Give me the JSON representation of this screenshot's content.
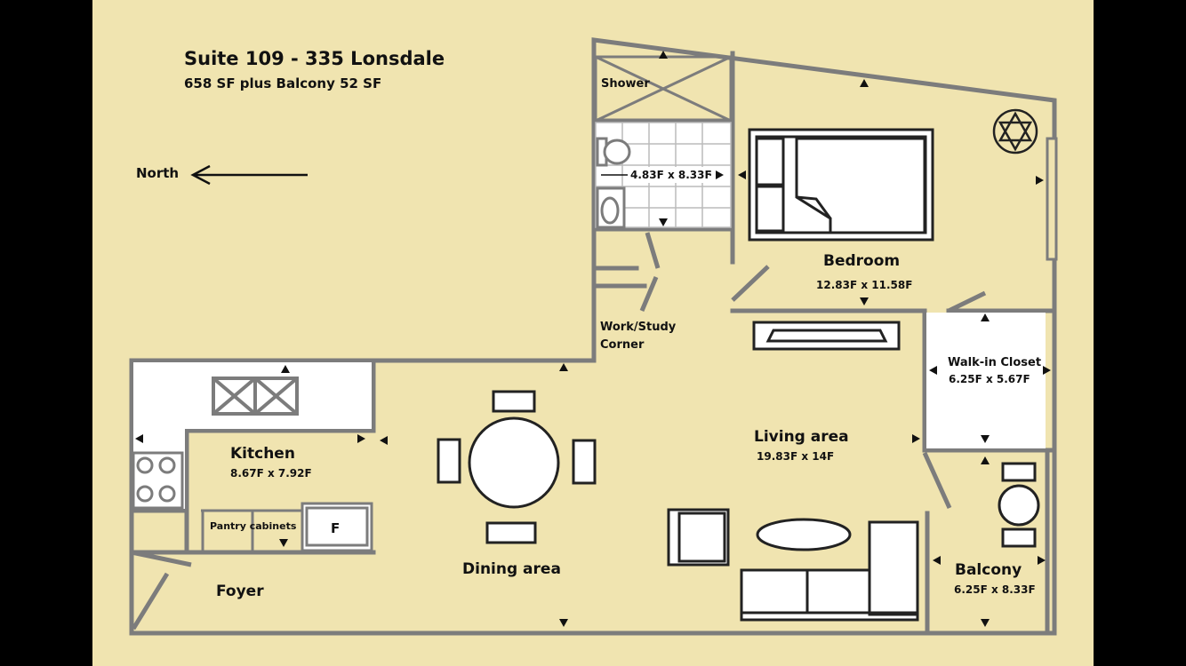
{
  "header": {
    "title": "Suite 109 - 335 Lonsdale",
    "subtitle": "658 SF plus Balcony 52 SF"
  },
  "compass": {
    "label": "North"
  },
  "rooms": {
    "shower": {
      "label": "Shower"
    },
    "bathroom": {
      "dimensions": "4.83F x 8.33F"
    },
    "bedroom": {
      "label": "Bedroom",
      "dimensions": "12.83F x 11.58F"
    },
    "work_study": {
      "line1": "Work/Study",
      "line2": "Corner"
    },
    "walk_in_closet": {
      "label": "Walk-in Closet",
      "dimensions": "6.25F x 5.67F"
    },
    "kitchen": {
      "label": "Kitchen",
      "dimensions": "8.67F x 7.92F"
    },
    "pantry": {
      "label": "Pantry cabinets"
    },
    "fridge": {
      "label": "F"
    },
    "living": {
      "label": "Living area",
      "dimensions": "19.83F x 14F"
    },
    "dining": {
      "label": "Dining area"
    },
    "foyer": {
      "label": "Foyer"
    },
    "balcony": {
      "label": "Balcony",
      "dimensions": "6.25F x 8.33F"
    }
  },
  "colors": {
    "background": "#f0e4b0",
    "wall": "#7c7c7c",
    "frame": "#000000",
    "furniture_fill": "#ffffff"
  }
}
